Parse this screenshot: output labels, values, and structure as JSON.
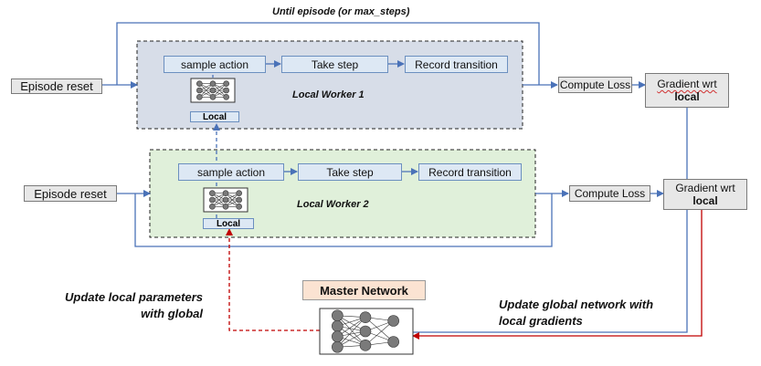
{
  "title": "Until episode (or max_steps)",
  "title_underlined": "max_steps",
  "worker1": {
    "name": "Local Worker 1",
    "episode_reset": "Episode reset",
    "steps": [
      "sample action",
      "Take step",
      "Record transition"
    ],
    "local_label": "Local",
    "compute_loss": "Compute Loss",
    "gradient_line1": "Gradient wrt",
    "gradient_line2": "local"
  },
  "worker2": {
    "name": "Local Worker 2",
    "episode_reset": "Episode reset",
    "steps": [
      "sample action",
      "Take step",
      "Record transition"
    ],
    "local_label": "Local",
    "compute_loss": "Compute Loss",
    "gradient_line1": "Gradient wrt",
    "gradient_line2": "local"
  },
  "master": {
    "label": "Master Network"
  },
  "annotations": {
    "update_local_line1": "Update local parameters",
    "update_local_line2": "with global",
    "update_global_line1": "Update global network with",
    "update_global_line2": "local gradients"
  },
  "colors": {
    "blue_line": "#4a72b8",
    "red_line": "#c00000",
    "worker1_bg": "#d7dde8",
    "worker2_bg": "#e0f0da",
    "box_fill": "#dde8f4",
    "master_fill": "#fbe3d2"
  }
}
